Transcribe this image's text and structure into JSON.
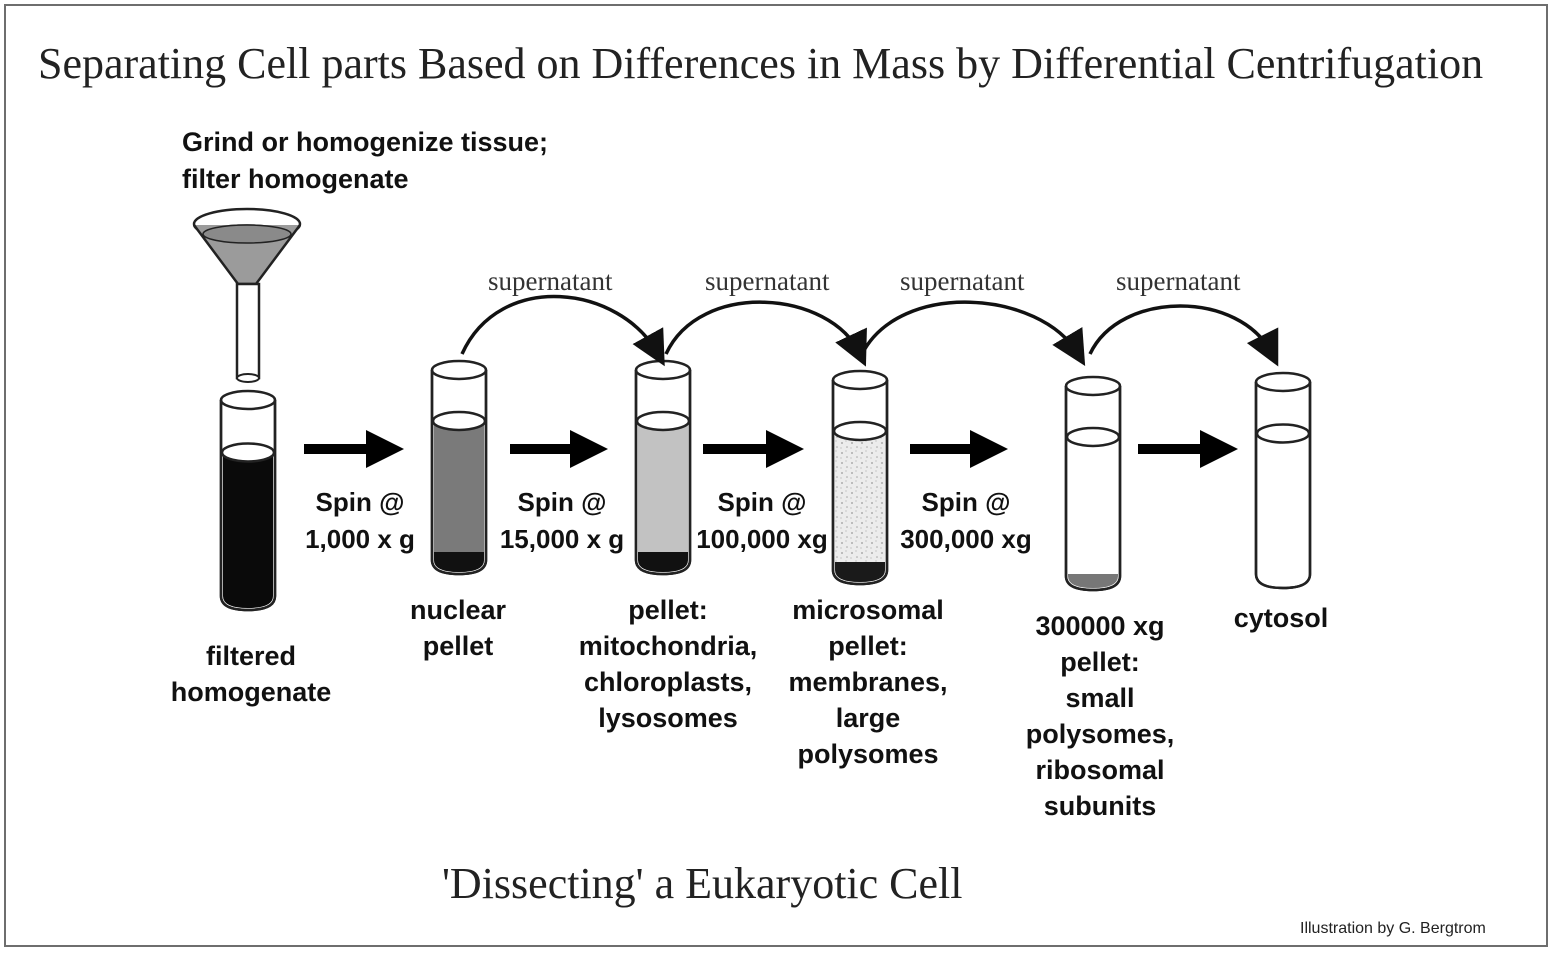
{
  "title": "Separating Cell parts Based on Differences in Mass by Differential Centrifugation",
  "instruction": "Grind or homogenize tissue;\nfilter homogenate",
  "subtitle": "'Dissecting' a Eukaryotic Cell",
  "credit": "Illustration by G. Bergtrom",
  "supernatant_label": "supernatant",
  "spins": [
    "Spin @\n1,000 x g",
    "Spin @\n15,000 x g",
    "Spin @\n100,000 xg",
    "Spin @\n300,000 xg"
  ],
  "tubes": [
    {
      "label": "filtered\nhomogenate",
      "fill": "#0a0a0a",
      "pellet": "#0a0a0a",
      "liquid_level": 0.75
    },
    {
      "label": "nuclear\npellet",
      "fill": "#7a7a7a",
      "pellet": "#111111",
      "liquid_level": 0.75
    },
    {
      "label": "pellet:\nmitochondria,\nchloroplasts,\nlysosomes",
      "fill": "#c2c2c2",
      "pellet": "#111111",
      "liquid_level": 0.75
    },
    {
      "label": "microsomal\npellet:\nmembranes,\nlarge\npolysomes",
      "fill": "#e8e8e8",
      "pellet": "#1a1a1a",
      "liquid_level": 0.75
    },
    {
      "label": "300000 xg\npellet:\nsmall\npolysomes,\nribosomal\nsubunits",
      "fill": "#ffffff",
      "pellet": "#777777",
      "liquid_level": 0.75
    },
    {
      "label": "cytosol",
      "fill": "#ffffff",
      "pellet": "#ffffff",
      "liquid_level": 0.75
    }
  ]
}
